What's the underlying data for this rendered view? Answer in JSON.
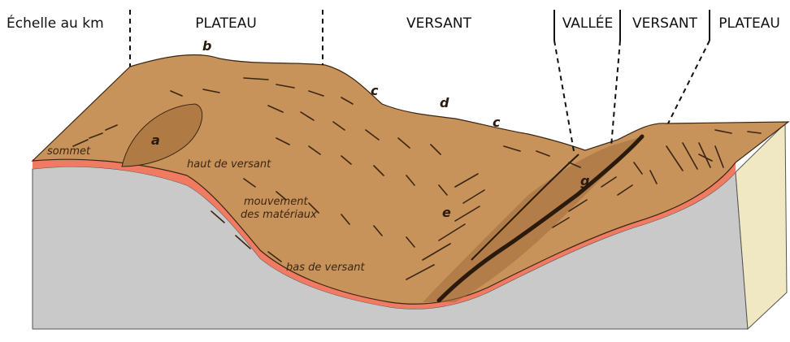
{
  "header": {
    "scale_label": "Échelle au km",
    "zones": [
      "PLATEAU",
      "VERSANT",
      "VALLÉE",
      "VERSANT",
      "PLATEAU"
    ]
  },
  "labels": {
    "sommet": "sommet",
    "haut_de_versant": "haut de versant",
    "mouvement_line1": "mouvement",
    "mouvement_line2": "des matériaux",
    "bas_de_versant": "bas de versant"
  },
  "letters": {
    "a": "a",
    "b": "b",
    "c1": "c",
    "c2": "c",
    "d": "d",
    "e": "e",
    "g": "g"
  },
  "colors": {
    "soil": "#c8935a",
    "soil_shadow": "#b07a45",
    "soil_layer": "#f07a62",
    "bedrock": "#c9c9c9",
    "block_side": "#efe8c2",
    "river": "#2a1a0c"
  }
}
